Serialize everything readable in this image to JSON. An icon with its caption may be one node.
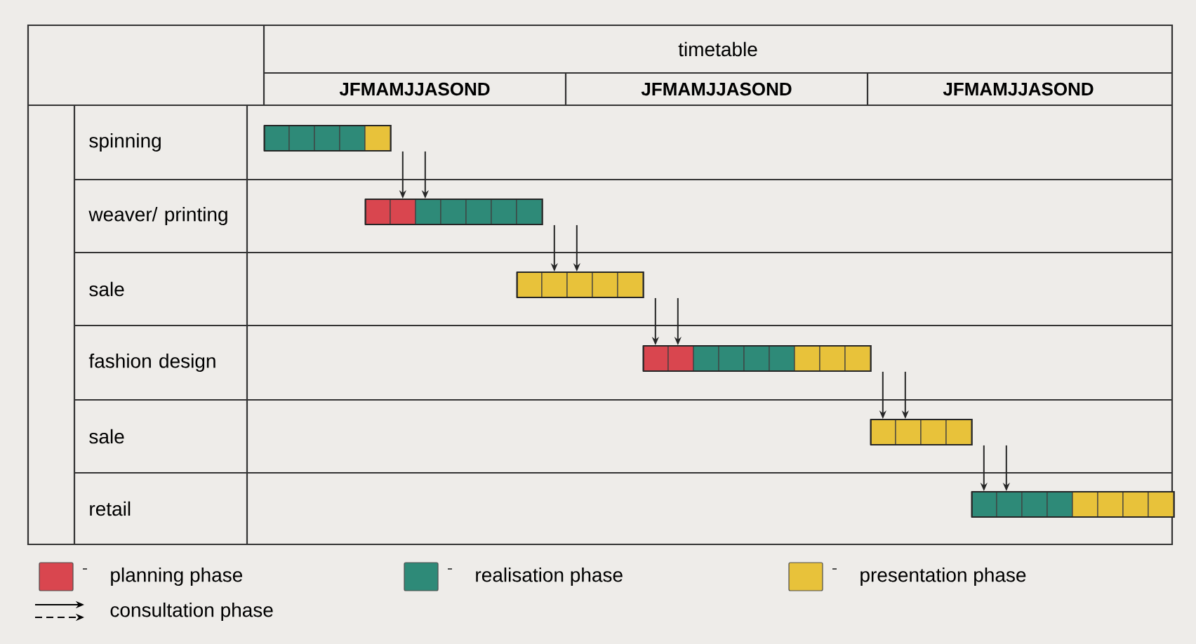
{
  "diagram": {
    "nodes": [
      {
        "text": [
          "timetable"
        ]
      },
      {
        "text": [
          "spinning"
        ]
      },
      {
        "text": [
          "weaver/ printing"
        ]
      },
      {
        "text": [
          "sale"
        ]
      },
      {
        "text": [
          "fashion design"
        ]
      },
      {
        "text": [
          "sale"
        ]
      },
      {
        "text": [
          "retail"
        ]
      },
      {
        "text": [],
        "shape": "bar"
      },
      {
        "text": [],
        "shape": "bar"
      },
      {
        "text": [],
        "shape": "bar"
      },
      {
        "text": [],
        "shape": "bar"
      },
      {
        "text": [],
        "shape": "bar"
      },
      {
        "text": [],
        "shape": "bar"
      }
    ],
    "edges": [
      {
        "from": 7,
        "to": 8,
        "arrow": "to"
      },
      {
        "from": 7,
        "to": 8,
        "arrow": "to"
      },
      {
        "from": 8,
        "to": 9,
        "arrow": "to"
      },
      {
        "from": 8,
        "to": 9,
        "arrow": "to"
      },
      {
        "from": 9,
        "to": 10,
        "arrow": "to"
      },
      {
        "from": 9,
        "to": 10,
        "arrow": "to"
      },
      {
        "from": 10,
        "to": 11,
        "arrow": "to"
      },
      {
        "from": 10,
        "to": 11,
        "arrow": "to"
      },
      {
        "from": 11,
        "to": 12,
        "arrow": "to"
      },
      {
        "from": 11,
        "to": 12,
        "arrow": "to"
      }
    ],
    "labels": [
      "JFMAMJJASOND",
      "JFMAMJJASOND",
      "JFMAMJJASOND"
    ],
    "legend": [
      {
        "text": "planning phase",
        "color": "#d9464f"
      },
      {
        "text": "realisation phase",
        "color": "#2e8a78"
      },
      {
        "text": "presentation phase",
        "color": "#e8c23a"
      },
      {
        "text": "consultation phase"
      }
    ]
  }
}
